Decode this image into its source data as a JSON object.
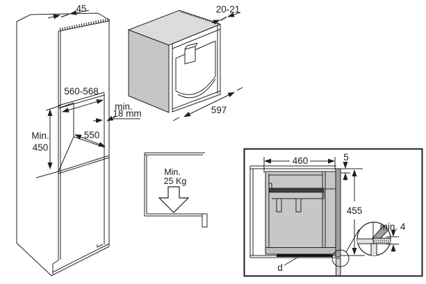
{
  "colors": {
    "line": "#1f1f1f",
    "machine_top_face": "#dbdcdb",
    "machine_left_face": "#c5c7c6",
    "section_body_gray": "#c6c8c7",
    "section_rail_dark": "#3c3e3d",
    "section_front_panel": "#9fa1a0",
    "section_base": "#bcbebd",
    "seal_strip_black": "#141414",
    "detail_light": "#e3e4e3"
  },
  "cabinet_view": {
    "top_depth": "45",
    "niche_width": "560-568",
    "niche_depth": "550",
    "niche_height_label": "Min.",
    "niche_height_value": "450",
    "side_panel_label": "min.",
    "side_panel_value": "18 mm"
  },
  "machine_view": {
    "front_overhang": "20-21",
    "width": "597"
  },
  "shelf_view": {
    "load_label": "Min.",
    "load_value": "25 Kg"
  },
  "section_view": {
    "body_width": "460",
    "top_gap": "5",
    "height": "455",
    "bottom_gap": "min. 4",
    "seal_label": "d"
  }
}
